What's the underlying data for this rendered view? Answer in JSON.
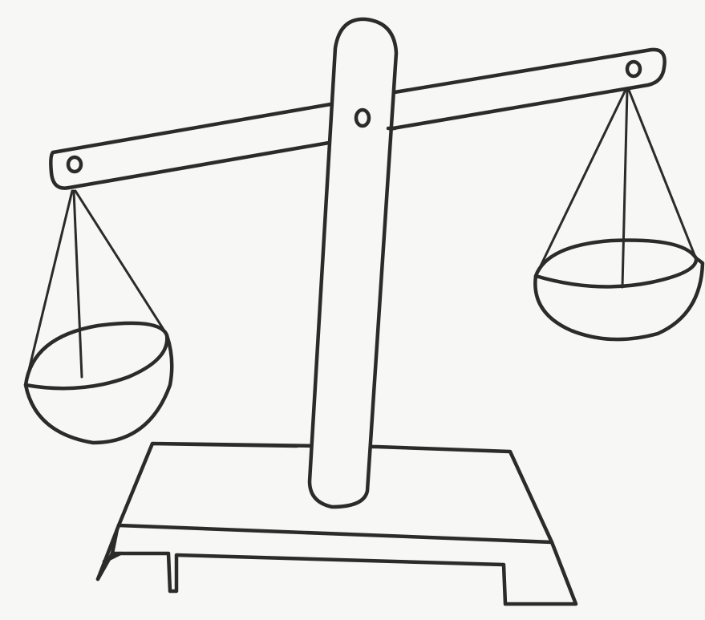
{
  "drawing": {
    "subject": "balance-scale",
    "style": "pen sketch",
    "colors": {
      "paper": "#f7f7f5",
      "ink": "#2b2b2b"
    },
    "parts": [
      "base",
      "pillar",
      "beam",
      "pivot",
      "left-pan",
      "right-pan"
    ]
  }
}
